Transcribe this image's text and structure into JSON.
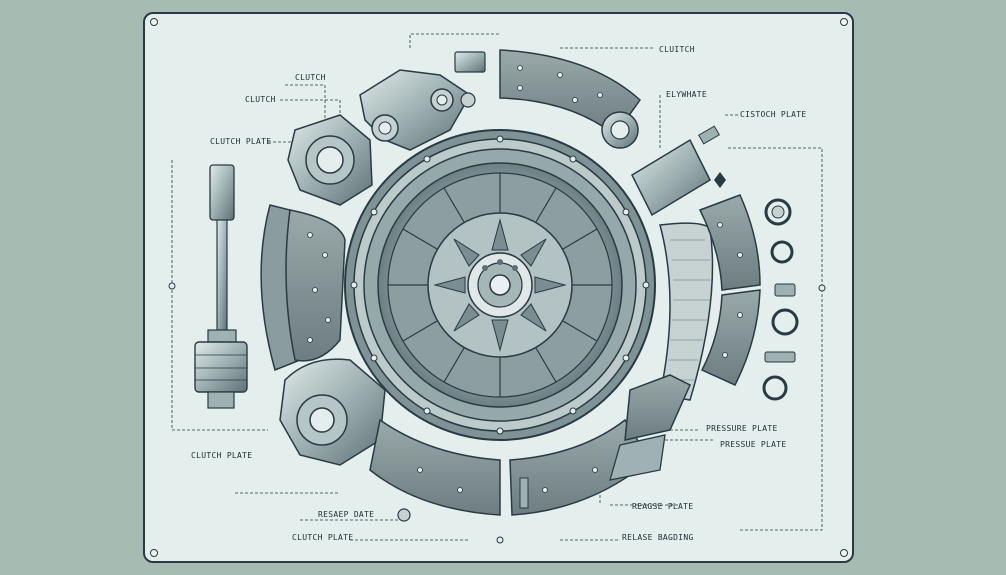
{
  "labels": {
    "clutch_top_right": "CLUITCH",
    "clutch_left_1": "CLUTCH",
    "clutch_left_2": "CLUTCH",
    "clutch_plate_left": "CLUTCH PLATE",
    "flywheel": "ELYWHATE",
    "clutch_plate_right": "CISTOCH PLATE",
    "pressure_plate_1": "PRESSURE PLATE",
    "pressure_plate_2": "PRESSUE PLATE",
    "clutch_plate_bottom_left": "CLUTCH PLATE",
    "release_plate_right": "REAGSE PLATE",
    "release_plate_left": "RESAEP DATE",
    "clutch_plate_bottom": "CLUTCH PLATE",
    "release_bearing": "RELASE BAGDING"
  },
  "colors": {
    "background": "#a6bbb2",
    "board": "#e4eeec",
    "ink": "#2a3a44",
    "metal_light": "#b9c8c6",
    "metal_mid": "#8fa3a4",
    "metal_dark": "#5d6f74",
    "friction": "#7d8d8e"
  }
}
